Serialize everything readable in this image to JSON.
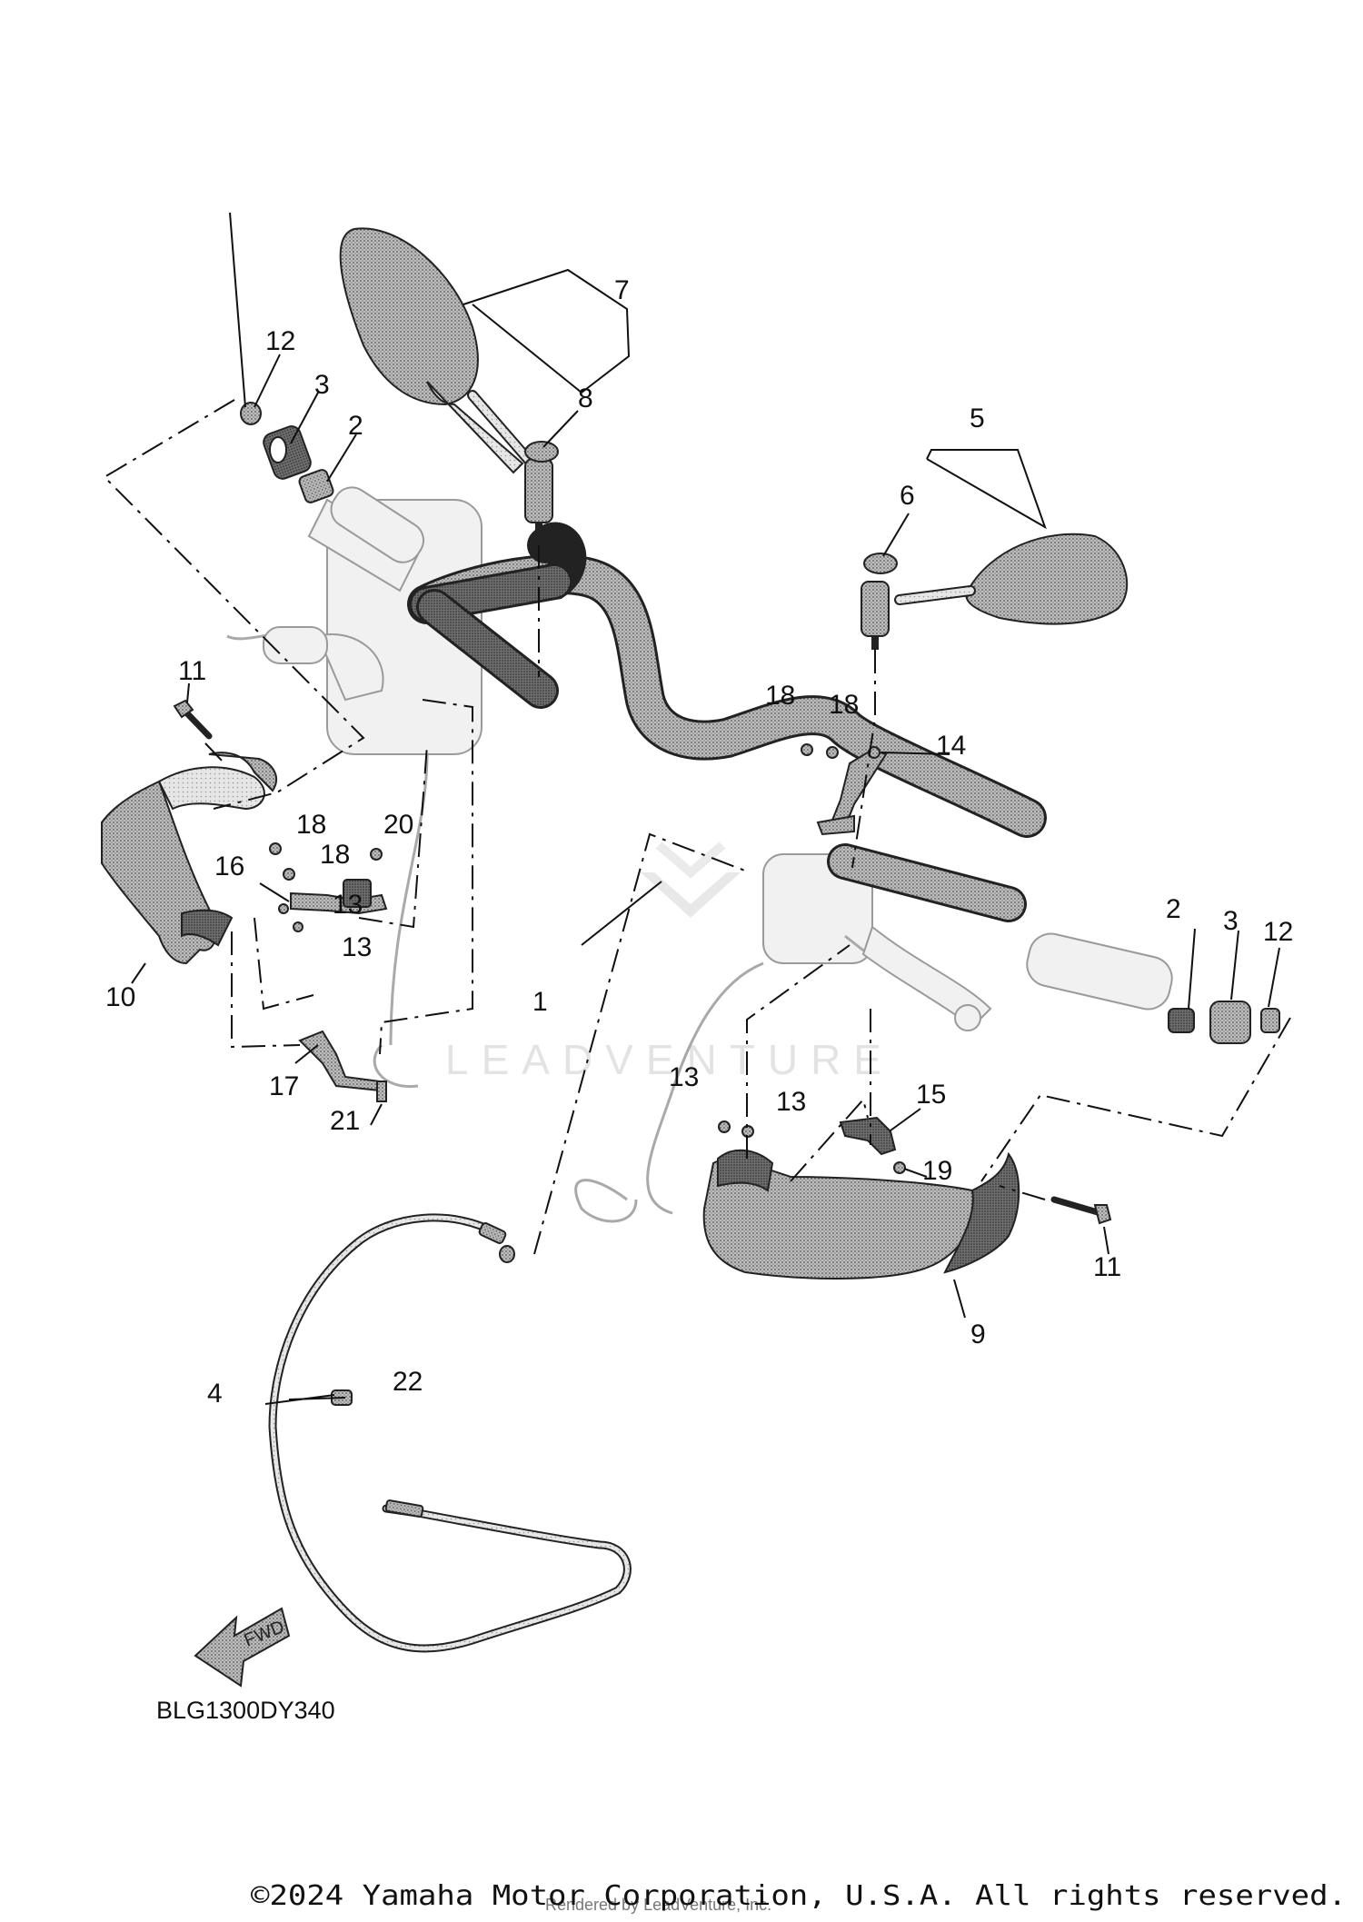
{
  "diagram": {
    "watermark": "LEADVENTURE",
    "diagram_code": "BLG1300DY340",
    "fwd_label": "FWD",
    "copyright": "©2024 Yamaha Motor Corporation, U.S.A. All rights reserved.",
    "rendered_by": "Rendered by LeadVenture, Inc.",
    "callouts": {
      "c1": "1",
      "c2_left": "2",
      "c2_right": "2",
      "c3_left": "3",
      "c3_right": "3",
      "c4": "4",
      "c5": "5",
      "c6": "6",
      "c7": "7",
      "c8": "8",
      "c9": "9",
      "c10": "10",
      "c11_left": "11",
      "c11_right": "11",
      "c12_left": "12",
      "c12_right": "12",
      "c13_a": "13",
      "c13_b": "13",
      "c13_c": "13",
      "c13_d": "13",
      "c14": "14",
      "c15": "15",
      "c16": "16",
      "c17": "17",
      "c18_a": "18",
      "c18_b": "18",
      "c18_c": "18",
      "c18_d": "18",
      "c19": "19",
      "c20": "20",
      "c21": "21",
      "c22": "22"
    }
  }
}
